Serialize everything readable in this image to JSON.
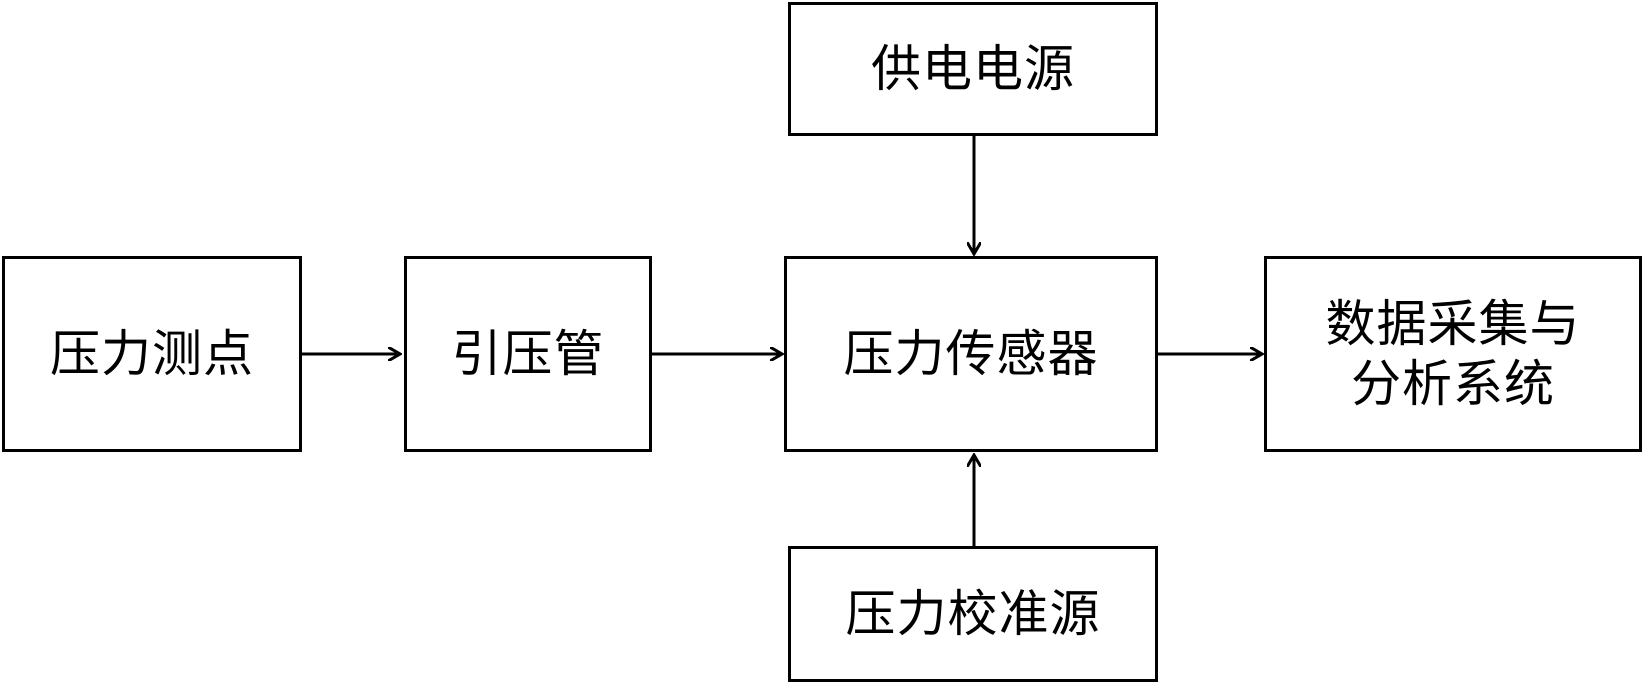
{
  "nodes": {
    "pressure_point": {
      "label": "压力测点"
    },
    "pressure_tube": {
      "label": "引压管"
    },
    "pressure_sensor": {
      "label": "压力传感器"
    },
    "power_supply": {
      "label": "供电电源"
    },
    "calibration_source": {
      "label": "压力校准源"
    },
    "daq_system": {
      "line1": "数据采集与",
      "line2": "分析系统"
    }
  },
  "edges": [
    {
      "from": "pressure_point",
      "to": "pressure_tube"
    },
    {
      "from": "pressure_tube",
      "to": "pressure_sensor"
    },
    {
      "from": "power_supply",
      "to": "pressure_sensor"
    },
    {
      "from": "calibration_source",
      "to": "pressure_sensor"
    },
    {
      "from": "pressure_sensor",
      "to": "daq_system"
    }
  ]
}
